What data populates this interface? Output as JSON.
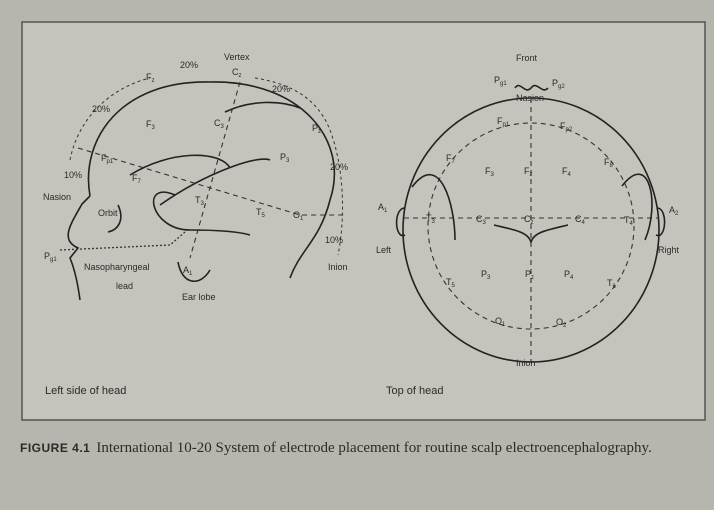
{
  "left_panel": {
    "caption": "Left side of head",
    "labels": [
      {
        "b": "Vertex",
        "s": ""
      },
      {
        "b": "C",
        "s": "z"
      },
      {
        "b": "F",
        "s": "z"
      },
      {
        "b": "P",
        "s": "z"
      },
      {
        "b": "20%",
        "s": ""
      },
      {
        "b": "20%",
        "s": ""
      },
      {
        "b": "20%",
        "s": ""
      },
      {
        "b": "20%",
        "s": ""
      },
      {
        "b": "F",
        "s": "3"
      },
      {
        "b": "C",
        "s": "3"
      },
      {
        "b": "P",
        "s": "3"
      },
      {
        "b": "F",
        "s": "p1"
      },
      {
        "b": "F",
        "s": "7"
      },
      {
        "b": "10%",
        "s": ""
      },
      {
        "b": "Nasion",
        "s": ""
      },
      {
        "b": "Orbit",
        "s": ""
      },
      {
        "b": "T",
        "s": "3"
      },
      {
        "b": "T",
        "s": "5"
      },
      {
        "b": "O",
        "s": "1"
      },
      {
        "b": "10%",
        "s": ""
      },
      {
        "b": "Inion",
        "s": ""
      },
      {
        "b": "P",
        "s": "g1"
      },
      {
        "b": "Nasopharyngeal",
        "s": ""
      },
      {
        "b": "lead",
        "s": ""
      },
      {
        "b": "A",
        "s": "1"
      },
      {
        "b": "Ear lobe",
        "s": ""
      }
    ]
  },
  "right_panel": {
    "caption": "Top of head",
    "labels": [
      {
        "b": "Front",
        "s": ""
      },
      {
        "b": "P",
        "s": "g1"
      },
      {
        "b": "P",
        "s": "g2"
      },
      {
        "b": "Nasion",
        "s": ""
      },
      {
        "b": "F",
        "s": "p1"
      },
      {
        "b": "F",
        "s": "p2"
      },
      {
        "b": "F",
        "s": "7"
      },
      {
        "b": "F",
        "s": "3"
      },
      {
        "b": "F",
        "s": "z"
      },
      {
        "b": "F",
        "s": "4"
      },
      {
        "b": "F",
        "s": "8"
      },
      {
        "b": "A",
        "s": "1"
      },
      {
        "b": "T",
        "s": "3"
      },
      {
        "b": "C",
        "s": "3"
      },
      {
        "b": "C",
        "s": "z"
      },
      {
        "b": "C",
        "s": "4"
      },
      {
        "b": "T",
        "s": "4"
      },
      {
        "b": "A",
        "s": "2"
      },
      {
        "b": "Left",
        "s": ""
      },
      {
        "b": "Right",
        "s": ""
      },
      {
        "b": "P",
        "s": "3"
      },
      {
        "b": "P",
        "s": "z"
      },
      {
        "b": "P",
        "s": "4"
      },
      {
        "b": "T",
        "s": "5"
      },
      {
        "b": "T",
        "s": "6"
      },
      {
        "b": "O",
        "s": "1"
      },
      {
        "b": "O",
        "s": "2"
      },
      {
        "b": "Inion",
        "s": ""
      }
    ]
  },
  "caption": {
    "figure_label": "FIGURE 4.1",
    "text": "International 10-20 System of electrode placement for routine scalp electroencephalography."
  }
}
